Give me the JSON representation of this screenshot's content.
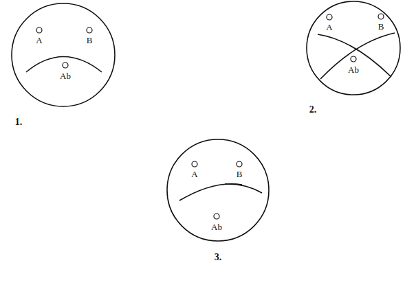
{
  "diagram": {
    "nodes": [
      {
        "text": [
          "A",
          "B",
          "Ab",
          "1."
        ]
      },
      {
        "text": [
          "A",
          "B",
          "Ab",
          "2."
        ]
      },
      {
        "text": [
          "A",
          "B",
          "Ab",
          "3."
        ]
      }
    ]
  }
}
